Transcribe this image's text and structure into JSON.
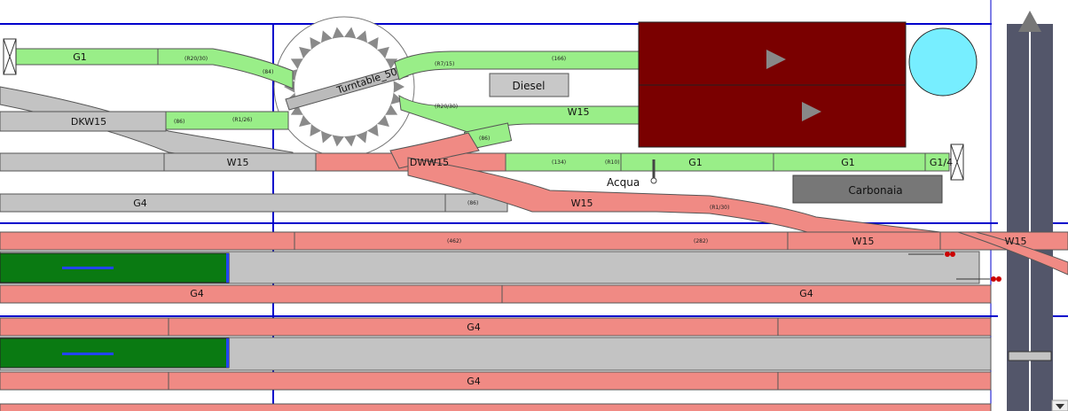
{
  "colors": {
    "track_green": "#99ee88",
    "track_gray": "#c3c3c3",
    "track_red": "#f08a84",
    "track_edge": "#555555",
    "board_border": "#0000cc",
    "shed": "#7a0000",
    "water_tower": "#77eeff",
    "road": "#53566a",
    "train": "#0a7a12",
    "building": "#777777"
  },
  "turntable": {
    "label": "Turntable_50"
  },
  "buildings": {
    "diesel": "Diesel",
    "carbonaia": "Carbonaia",
    "acqua": "Acqua"
  },
  "tracks": {
    "g1_top_left": "G1",
    "dkw15": "DKW15",
    "w15_gray": "W15",
    "dww15": "DWW15",
    "w15_green": "W15",
    "g1_mid_a": "G1",
    "g1_mid_b": "G1",
    "g1_mid_c": "G1/4",
    "g4_gray": "G4",
    "w15_red_a": "W15",
    "w15_red_b": "W15",
    "w15_red_c": "W15",
    "g4_red_a": "G4",
    "g4_red_b": "G4",
    "g4_red_c": "G4",
    "g4_red_d": "G4"
  },
  "tiny_labels": {
    "t1": "(R20/30)",
    "t2": "(84)",
    "t3": "(R7/15)",
    "t4": "(166)",
    "t5": "(R20/30)",
    "t6": "(86)",
    "t7": "(R1/26)",
    "t8": "(86)",
    "t9": "(134)",
    "t10": "(R10)",
    "t11": "(86)",
    "t12": "(R1/30)",
    "t13": "(462)",
    "t14": "(282)"
  }
}
